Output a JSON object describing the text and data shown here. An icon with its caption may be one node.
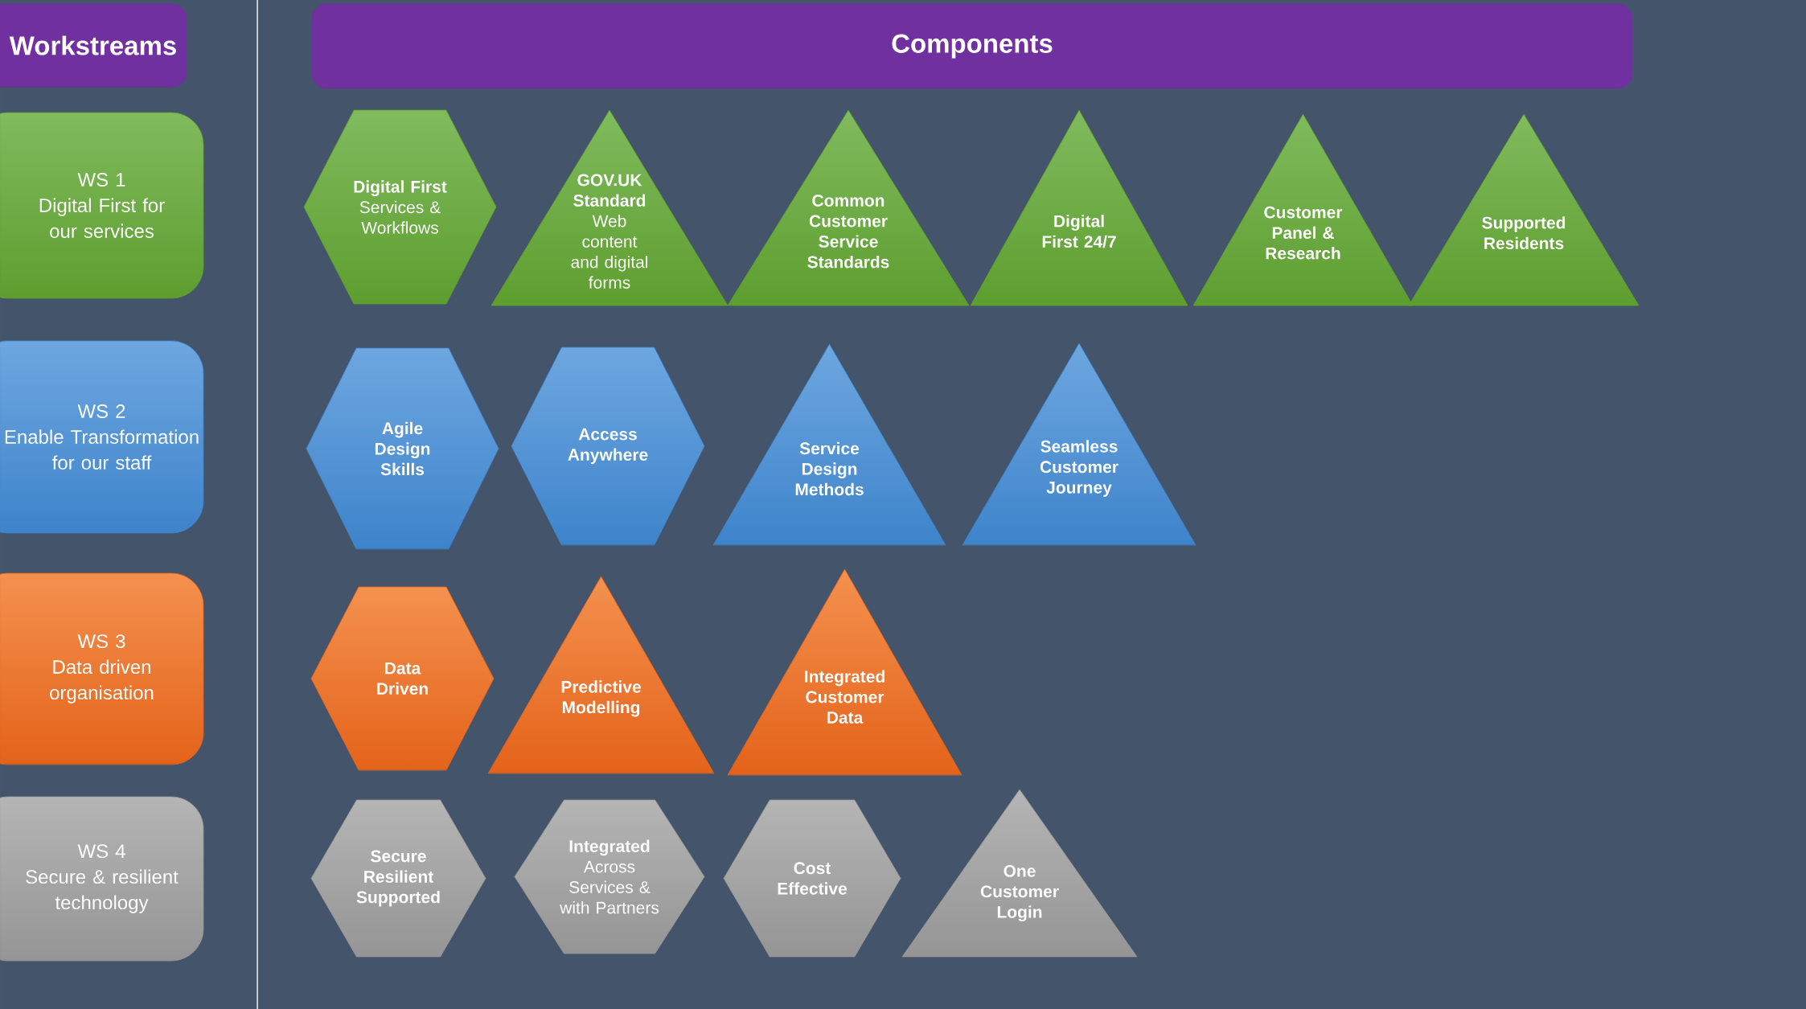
{
  "diagram": {
    "nodes": [
      {
        "text": [
          "Workstreams"
        ]
      },
      {
        "text": [
          "Components"
        ]
      },
      {
        "text": [
          "WS 1",
          "Digital First for our services"
        ]
      },
      {
        "text": [
          "**Digital First** Services & Workflows"
        ]
      },
      {
        "text": [
          "**GOV.UK Standard** Web content and digital forms"
        ]
      },
      {
        "text": [
          "Common Customer Service Standards"
        ]
      },
      {
        "text": [
          "Digital First 24/7"
        ]
      },
      {
        "text": [
          "Customer Panel & Research"
        ]
      },
      {
        "text": [
          "Supported Residents"
        ]
      },
      {
        "text": [
          "WS 2",
          "Enable Transformation for our staff"
        ]
      },
      {
        "text": [
          "Agile Design Skills"
        ]
      },
      {
        "text": [
          "Access Anywhere"
        ]
      },
      {
        "text": [
          "Service Design Methods"
        ]
      },
      {
        "text": [
          "Seamless Customer Journey"
        ]
      },
      {
        "text": [
          "WS 3",
          "Data driven organisation"
        ]
      },
      {
        "text": [
          "Data Driven"
        ]
      },
      {
        "text": [
          "Predictive Modelling"
        ]
      },
      {
        "text": [
          "Integrated Customer Data"
        ]
      },
      {
        "text": [
          "WS 4",
          "Secure & resilient technology"
        ]
      },
      {
        "text": [
          "Secure Resilient Supported"
        ]
      },
      {
        "text": [
          "**Integrated** Across Services & with Partners"
        ]
      },
      {
        "text": [
          "Cost Effective"
        ]
      },
      {
        "text": [
          "One Customer Login"
        ]
      }
    ]
  }
}
